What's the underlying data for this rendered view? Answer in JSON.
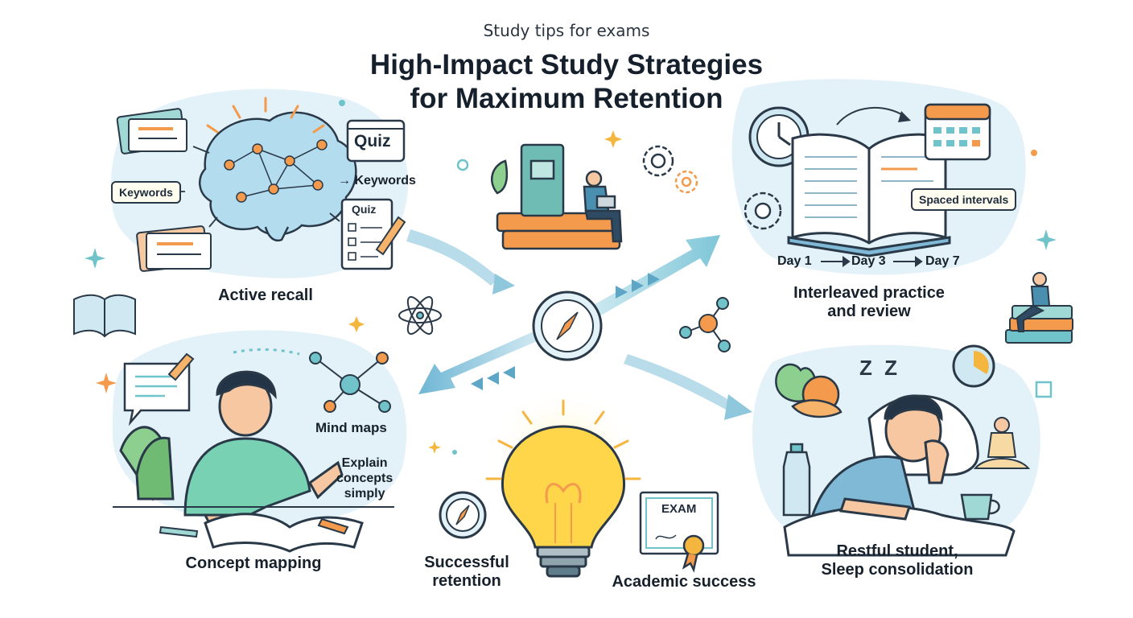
{
  "header": {
    "subtitle": "Study tips for exams",
    "title_line1": "High-Impact Study Strategies",
    "title_line2": "for Maximum Retention"
  },
  "sections": {
    "active_recall": {
      "label": "Active recall",
      "keywords_card": "Keywords",
      "keywords_arrow": "→ Keywords",
      "quiz_window": "Quiz",
      "quiz_checklist": "Quiz"
    },
    "interleaved": {
      "label_line1": "Interleaved practice",
      "label_line2": "and review",
      "spaced_intervals": "Spaced intervals",
      "day1": "Day 1",
      "day3": "Day 3",
      "day7": "Day 7"
    },
    "concept_mapping": {
      "label": "Concept mapping",
      "mind_maps": "Mind maps",
      "explain_line1": "Explain",
      "explain_line2": "concepts",
      "explain_line3": "simply"
    },
    "retention": {
      "label_line1": "Successful",
      "label_line2": "retention"
    },
    "academic": {
      "label": "Academic success",
      "certificate": "EXAM"
    },
    "rest": {
      "label_line1": "Restful student,",
      "label_line2": "Sleep consolidation",
      "zzz": "Z Z"
    }
  },
  "colors": {
    "blob": "#e3f1f8",
    "accent_teal": "#6fc3c9",
    "accent_orange": "#f39a4c",
    "outline": "#2a3948",
    "bulb": "#ffd54a"
  }
}
